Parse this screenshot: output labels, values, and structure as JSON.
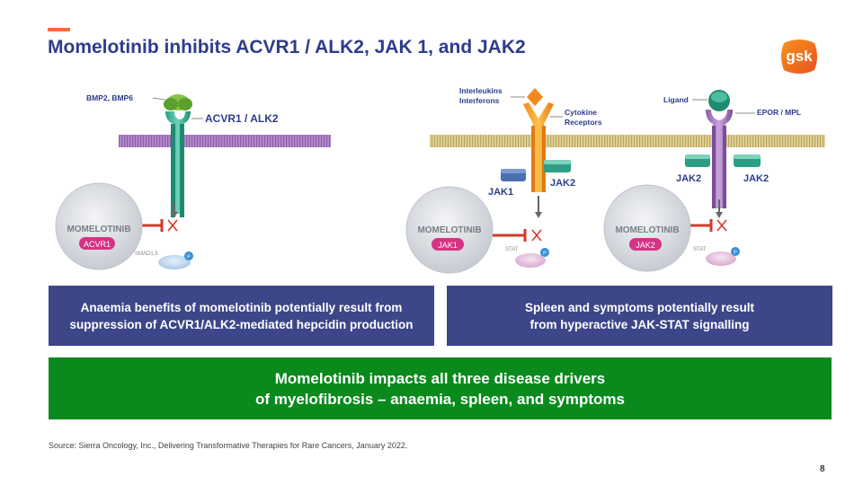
{
  "title": "Momelotinib inhibits ACVR1 / ALK2, JAK 1, and JAK2",
  "logo_text": "gsk",
  "colors": {
    "title": "#2d3d8a",
    "accent": "#f26b3a",
    "blue_box": "#3d4688",
    "green_box": "#0a8a1c",
    "inhibit_red": "#d23b2a"
  },
  "diagram": {
    "left": {
      "ligand_label": "BMP2, BMP6",
      "receptor_label": "ACVR1 / ALK2",
      "drug_label": "MOMELOTINIB",
      "target_badge": "ACVR1",
      "substrate_label": "SMAD1,5",
      "phospho_label": "P"
    },
    "middle": {
      "ligand_label_1": "Interleukins",
      "ligand_label_2": "Interferons",
      "receptor_label_1": "Cytokine",
      "receptor_label_2": "Receptors",
      "kinase_label_1": "JAK1",
      "kinase_label_2": "JAK2",
      "drug_label": "MOMELOTINIB",
      "target_badge": "JAK1",
      "substrate_label": "STAT",
      "phospho_label": "P"
    },
    "right": {
      "ligand_label": "Ligand",
      "receptor_label": "EPOR / MPL",
      "kinase_label_1": "JAK2",
      "kinase_label_2": "JAK2",
      "drug_label": "MOMELOTINIB",
      "target_badge": "JAK2",
      "substrate_label": "STAT",
      "phospho_label": "P"
    }
  },
  "boxes": {
    "left_line1": "Anaemia benefits of momelotinib potentially result from",
    "left_line2": "suppression of ACVR1/ALK2-mediated hepcidin production",
    "right_line1": "Spleen and symptoms potentially result",
    "right_line2": "from hyperactive JAK-STAT signalling",
    "bottom_line1": "Momelotinib impacts all three disease drivers",
    "bottom_line2": "of myelofibrosis – anaemia, spleen, and symptoms"
  },
  "source": "Source: Sierra Oncology, Inc., Delivering Transformative Therapies for Rare Cancers, January 2022.",
  "page_number": "8"
}
